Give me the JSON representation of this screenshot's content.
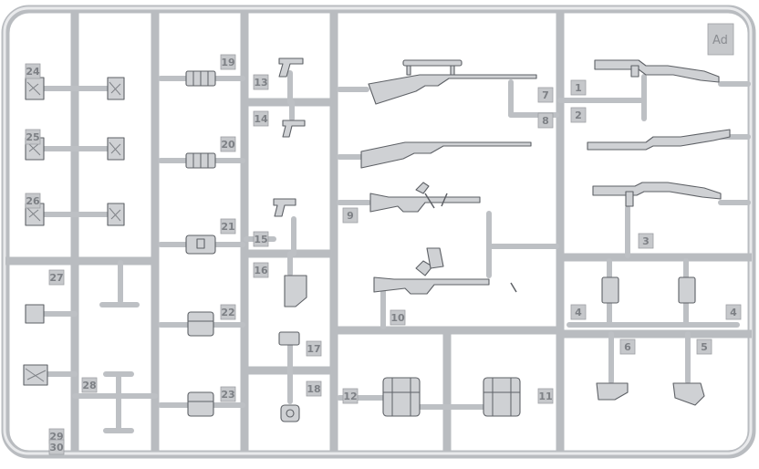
{
  "badge": "Ad",
  "part_numbers": [
    "1",
    "2",
    "3",
    "4",
    "4",
    "5",
    "6",
    "7",
    "8",
    "9",
    "10",
    "11",
    "12",
    "13",
    "14",
    "15",
    "16",
    "17",
    "18",
    "19",
    "20",
    "21",
    "22",
    "23",
    "24",
    "25",
    "26",
    "27",
    "28",
    "29",
    "30"
  ],
  "colors": {
    "frame": "#b9bcc0",
    "part_fill": "#cfd1d4",
    "part_stroke": "#5e6166",
    "background": "#ffffff"
  }
}
